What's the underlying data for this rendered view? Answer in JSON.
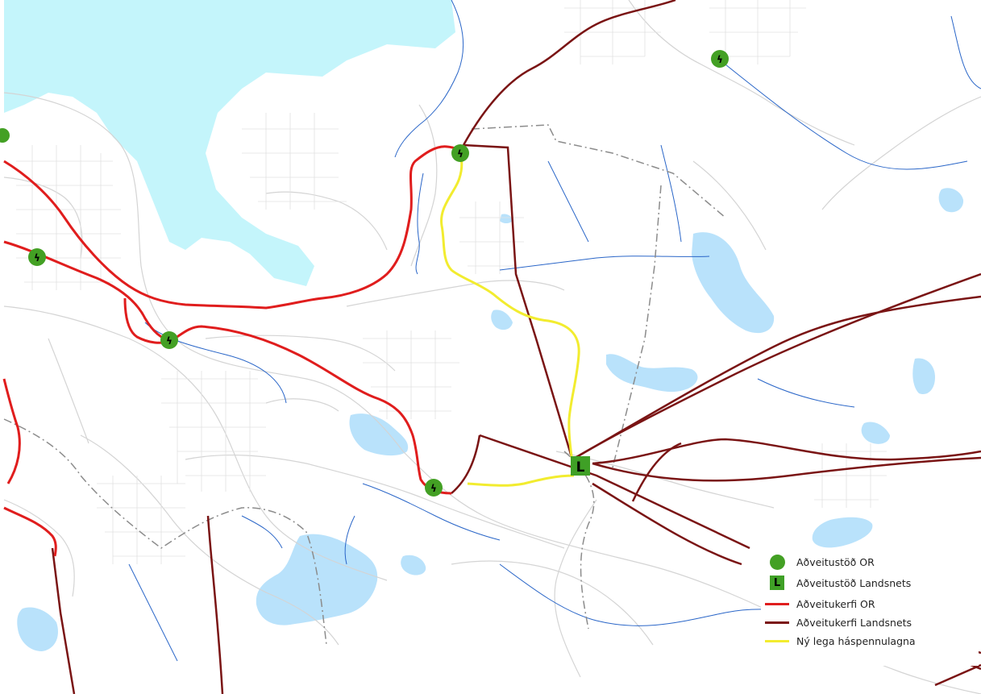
{
  "map": {
    "colors": {
      "water": "#b9e2fb",
      "sea": "#c4f5fb",
      "road": "#d4d4d4",
      "stream": "#2a66c8",
      "boundary": "#8c8c8c",
      "or_line": "#e01d1d",
      "landsnet_line": "#7a1414",
      "new_route": "#f2ec2f",
      "station_or": "#43a024",
      "station_landsnet": "#3fa026"
    },
    "landsnet_station_letter": "L"
  },
  "legend": {
    "items": [
      {
        "label": "Aðveitustöð OR",
        "symbol": "green-circle-icon"
      },
      {
        "label": "Aðveitustöð Landsnets",
        "symbol": "green-square-L-icon"
      },
      {
        "label": "Aðveitukerfi OR",
        "symbol": "red-line"
      },
      {
        "label": "Aðveitukerfi Landsnets",
        "symbol": "darkred-line"
      },
      {
        "label": "Ný lega háspennulagna",
        "symbol": "yellow-line"
      }
    ]
  }
}
